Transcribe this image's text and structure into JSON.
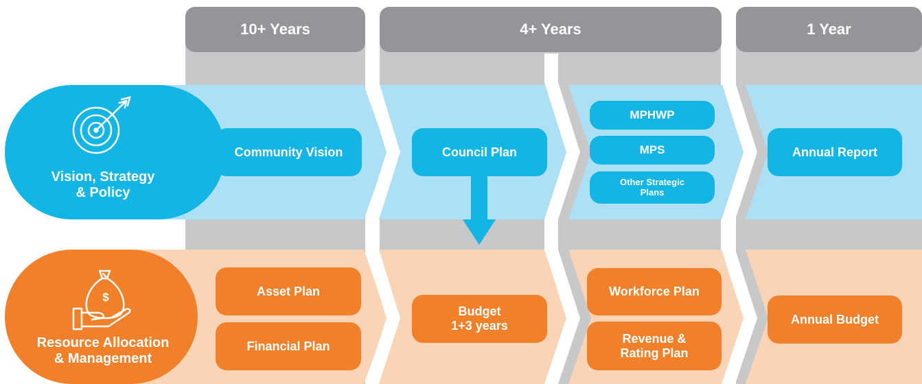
{
  "headers": {
    "col1": "10+ Years",
    "col2": "4+ Years",
    "col3": "1 Year"
  },
  "rows": {
    "vision": {
      "label_line1": "Vision, Strategy",
      "label_line2": "& Policy",
      "icon": "target-arrow-icon"
    },
    "resource": {
      "label_line1": "Resource Allocation",
      "label_line2": "& Management",
      "icon": "money-bag-hand-icon"
    }
  },
  "boxes": {
    "community_vision": "Community Vision",
    "council_plan": "Council Plan",
    "mphwp": "MPHWP",
    "mps": "MPS",
    "other_strategic_line1": "Other Strategic",
    "other_strategic_line2": "Plans",
    "annual_report": "Annual Report",
    "asset_plan": "Asset Plan",
    "financial_plan": "Financial Plan",
    "budget_line1": "Budget",
    "budget_line2": "1+3 years",
    "workforce_plan": "Workforce Plan",
    "revenue_line1": "Revenue &",
    "revenue_line2": "Rating Plan",
    "annual_budget": "Annual Budget",
    "money_symbol": "$"
  },
  "colors": {
    "header_gray": "#939598",
    "column_gray": "#c7c8ca",
    "band_blue": "#ade0f4",
    "band_peach": "#fbd4b6",
    "box_blue": "#12b5e3",
    "box_orange": "#f08029",
    "circle_blue": "#12b5e3",
    "circle_orange": "#f08029"
  }
}
